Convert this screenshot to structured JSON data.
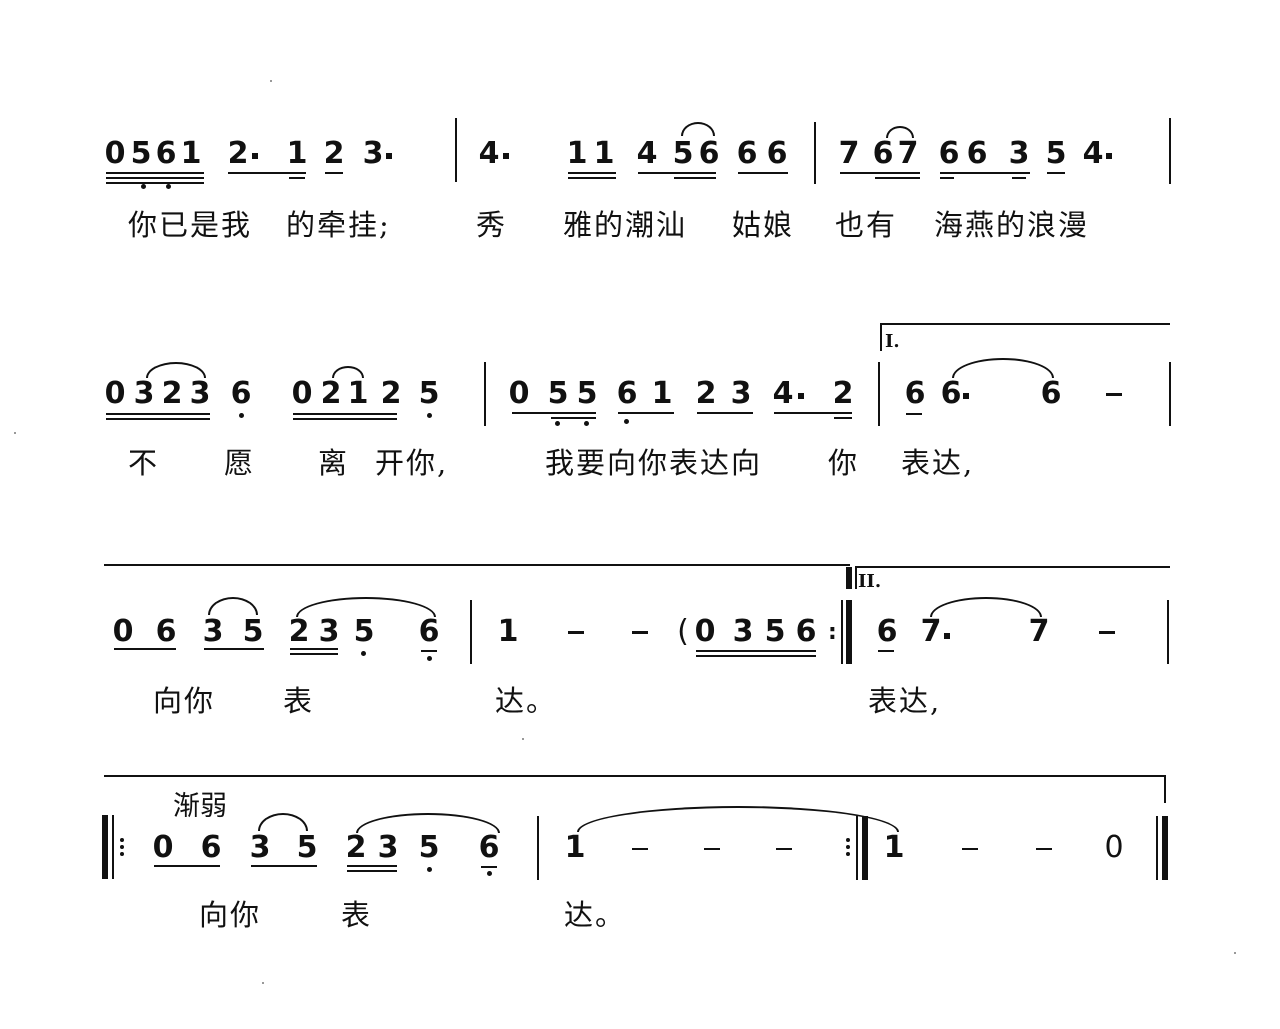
{
  "score": {
    "notation": "jianpu (numbered musical notation)",
    "lines": [
      {
        "id": "line1",
        "measures": [
          {
            "notes": "0 5 6 1 | 2. 1 2 3.",
            "lyrics": "你已是我 的牵挂;"
          },
          {
            "notes": "4. 1 1 4 5 6 6 6",
            "lyrics": "秀 雅的潮汕 姑娘"
          },
          {
            "notes": "7 6 7 6 6 3 5 4.",
            "lyrics": "也有 海燕的浪漫"
          }
        ]
      },
      {
        "id": "line2",
        "measures": [
          {
            "notes": "0 3 2 3 6 0 2 1 2 5",
            "lyrics": "不 愿 离 开你,"
          },
          {
            "notes": "0 5 5 6 1 2 3 4. 2",
            "lyrics": "我要向你表达向 你"
          },
          {
            "notes": "6 6. 6 -",
            "lyrics": "表达,",
            "volta": "I."
          }
        ]
      },
      {
        "id": "line3",
        "measures": [
          {
            "notes": "0 6 3 5 2 3 5 6",
            "lyrics": "向你 表"
          },
          {
            "notes": "1 - - (0 3 5 6 :",
            "lyrics": "达。"
          },
          {
            "notes": "6 7. 7 -",
            "lyrics": "表达,",
            "volta": "II."
          }
        ]
      },
      {
        "id": "line4",
        "dynamic": "渐弱",
        "measures": [
          {
            "notes": "|: 0 6 3 5 2 3 5 6",
            "lyrics": "向你 表"
          },
          {
            "notes": "1 - - - :|",
            "lyrics": "达。"
          },
          {
            "notes": "1 - - 0 ||",
            "lyrics": ""
          }
        ]
      }
    ],
    "glyphs": {
      "n": [
        "0",
        "5",
        "6",
        "1",
        "2",
        "1",
        "2",
        "3",
        "4",
        "1",
        "1",
        "4",
        "5",
        "6",
        "6",
        "6",
        "7",
        "6",
        "7",
        "6",
        "6",
        "3",
        "5",
        "4"
      ],
      "line2": [
        "0",
        "3",
        "2",
        "3",
        "6",
        "0",
        "2",
        "1",
        "2",
        "5",
        "0",
        "5",
        "5",
        "6",
        "1",
        "2",
        "3",
        "4",
        "2",
        "6",
        "6",
        "6"
      ],
      "line3": [
        "0",
        "6",
        "3",
        "5",
        "2",
        "3",
        "5",
        "6",
        "1",
        "(",
        "0",
        "3",
        "5",
        "6",
        "6",
        "7",
        "7"
      ],
      "line4": [
        "0",
        "6",
        "3",
        "5",
        "2",
        "3",
        "5",
        "6",
        "1",
        "1",
        "0"
      ],
      "dot_char": "·",
      "dash_char": "-",
      "repeat_colon": ":"
    },
    "lyrics_text": {
      "l1a": "你已是我",
      "l1b": "的牵挂;",
      "l1c": "秀",
      "l1d": "雅的潮汕",
      "l1e": "姑娘",
      "l1f": "也有",
      "l1g": "海燕的浪漫",
      "l2a": "不",
      "l2b": "愿",
      "l2c": "离",
      "l2d": "开你,",
      "l2e": "我要向你表达向",
      "l2f": "你",
      "l2g": "表达,",
      "l3a": "向你",
      "l3b": "表",
      "l3c": "达。",
      "l3d": "表达,",
      "l4a": "向你",
      "l4b": "表",
      "l4c": "达。"
    },
    "volta_labels": {
      "first": "I.",
      "second": "II."
    },
    "dynamic_mark": "渐弱"
  }
}
